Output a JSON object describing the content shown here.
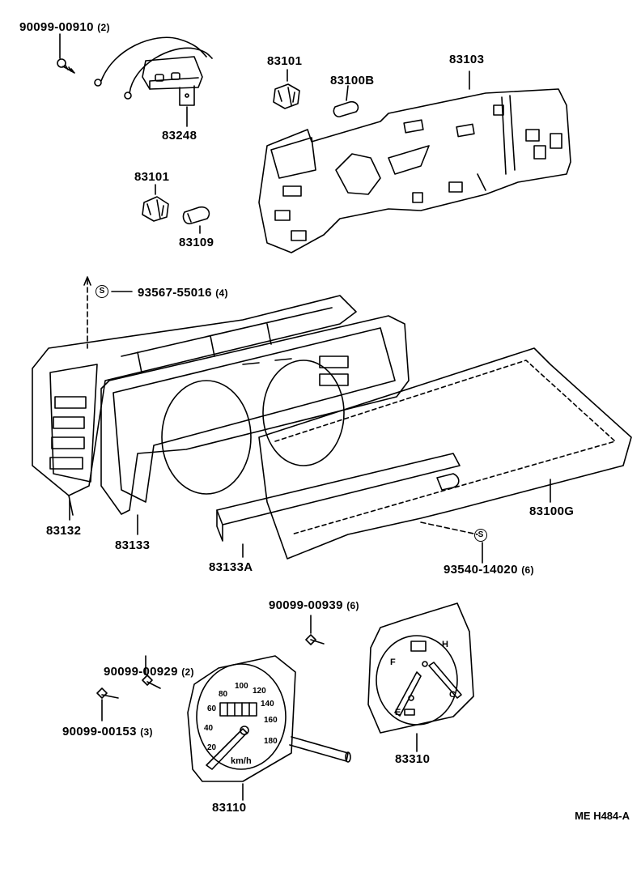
{
  "diagram": {
    "reference_code": "ME H484-A",
    "parts": [
      {
        "number": "90099-00910",
        "qty": "(2)"
      },
      {
        "number": "83248",
        "qty": ""
      },
      {
        "number": "83101",
        "qty": ""
      },
      {
        "number": "83100B",
        "qty": ""
      },
      {
        "number": "83103",
        "qty": ""
      },
      {
        "number": "83101",
        "qty": ""
      },
      {
        "number": "83109",
        "qty": ""
      },
      {
        "number": "93567-55016",
        "qty": "(4)"
      },
      {
        "number": "83132",
        "qty": ""
      },
      {
        "number": "83133",
        "qty": ""
      },
      {
        "number": "83133A",
        "qty": ""
      },
      {
        "number": "83100G",
        "qty": ""
      },
      {
        "number": "93540-14020",
        "qty": "(6)"
      },
      {
        "number": "90099-00939",
        "qty": "(6)"
      },
      {
        "number": "90099-00929",
        "qty": "(2)"
      },
      {
        "number": "90099-00153",
        "qty": "(3)"
      },
      {
        "number": "83110",
        "qty": ""
      },
      {
        "number": "83310",
        "qty": ""
      }
    ],
    "screw_symbol": "S",
    "speedometer": {
      "scale": [
        "20",
        "40",
        "60",
        "80",
        "100",
        "120",
        "140",
        "160",
        "180"
      ],
      "unit": "km/h"
    },
    "gauge": {
      "fuel_full": "F",
      "fuel_empty": "E",
      "temp_hot": "H",
      "temp_cold": "C"
    }
  }
}
